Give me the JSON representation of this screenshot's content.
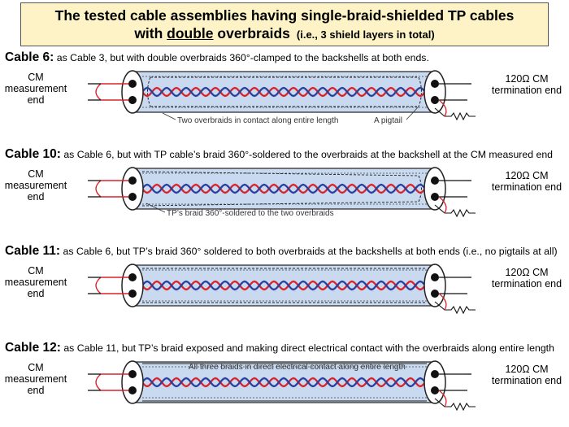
{
  "title": {
    "line1": "The tested cable assemblies having single-braid-shielded TP cables",
    "line2_pre": "with ",
    "line2_underlined": "double",
    "line2_post": " overbraids",
    "line2_note": "(i.e., 3 shield layers in total)"
  },
  "labels": {
    "left": [
      "CM",
      "measurement",
      "end"
    ],
    "right_ohm": "120Ω CM",
    "right_term": "termination end"
  },
  "colors": {
    "title_bg": "#fdf3c6",
    "cable_fill": "#c9d9ef",
    "wire_red": "#d8232a",
    "wire_blue": "#2b3f9e"
  },
  "cables": [
    {
      "name": "Cable 6:",
      "description": "as Cable 3, but with double overbraids 360°-clamped to the backshells at both ends.",
      "annotations": [
        "Two overbraids in contact along entire length",
        "A pigtail"
      ]
    },
    {
      "name": "Cable 10:",
      "description": "as Cable 6, but with TP cable’s braid 360°-soldered to the overbraids at the backshell at the CM measured end",
      "annotations": [
        "TP’s braid 360°-soldered to the two overbraids"
      ]
    },
    {
      "name": "Cable 11:",
      "description": "as Cable 6, but TP’s braid 360° soldered to both overbraids at the backshells at both ends (i.e., no pigtails at all)",
      "annotations": []
    },
    {
      "name": "Cable 12:",
      "description": "as Cable 11, but TP’s braid exposed and making direct electrical contact with the overbraids along entire length",
      "annotations": [
        "All three braids in direct electrical contact along entire length"
      ]
    }
  ]
}
